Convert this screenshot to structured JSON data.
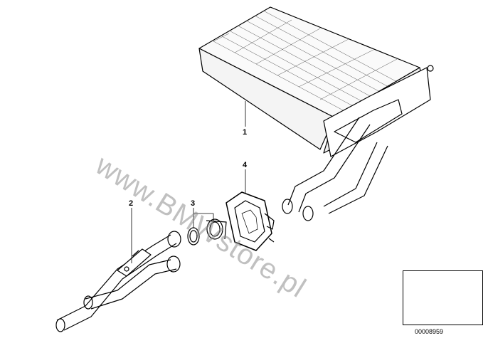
{
  "callouts": [
    {
      "id": "1",
      "label": "1"
    },
    {
      "id": "2",
      "label": "2"
    },
    {
      "id": "3",
      "label": "3"
    },
    {
      "id": "4",
      "label": "4"
    }
  ],
  "watermark": "www.BMWstore.pl",
  "inset": {
    "code": "00008959"
  },
  "colors": {
    "line": "#000000",
    "watermark": "#8c8c8c",
    "background": "#ffffff"
  }
}
